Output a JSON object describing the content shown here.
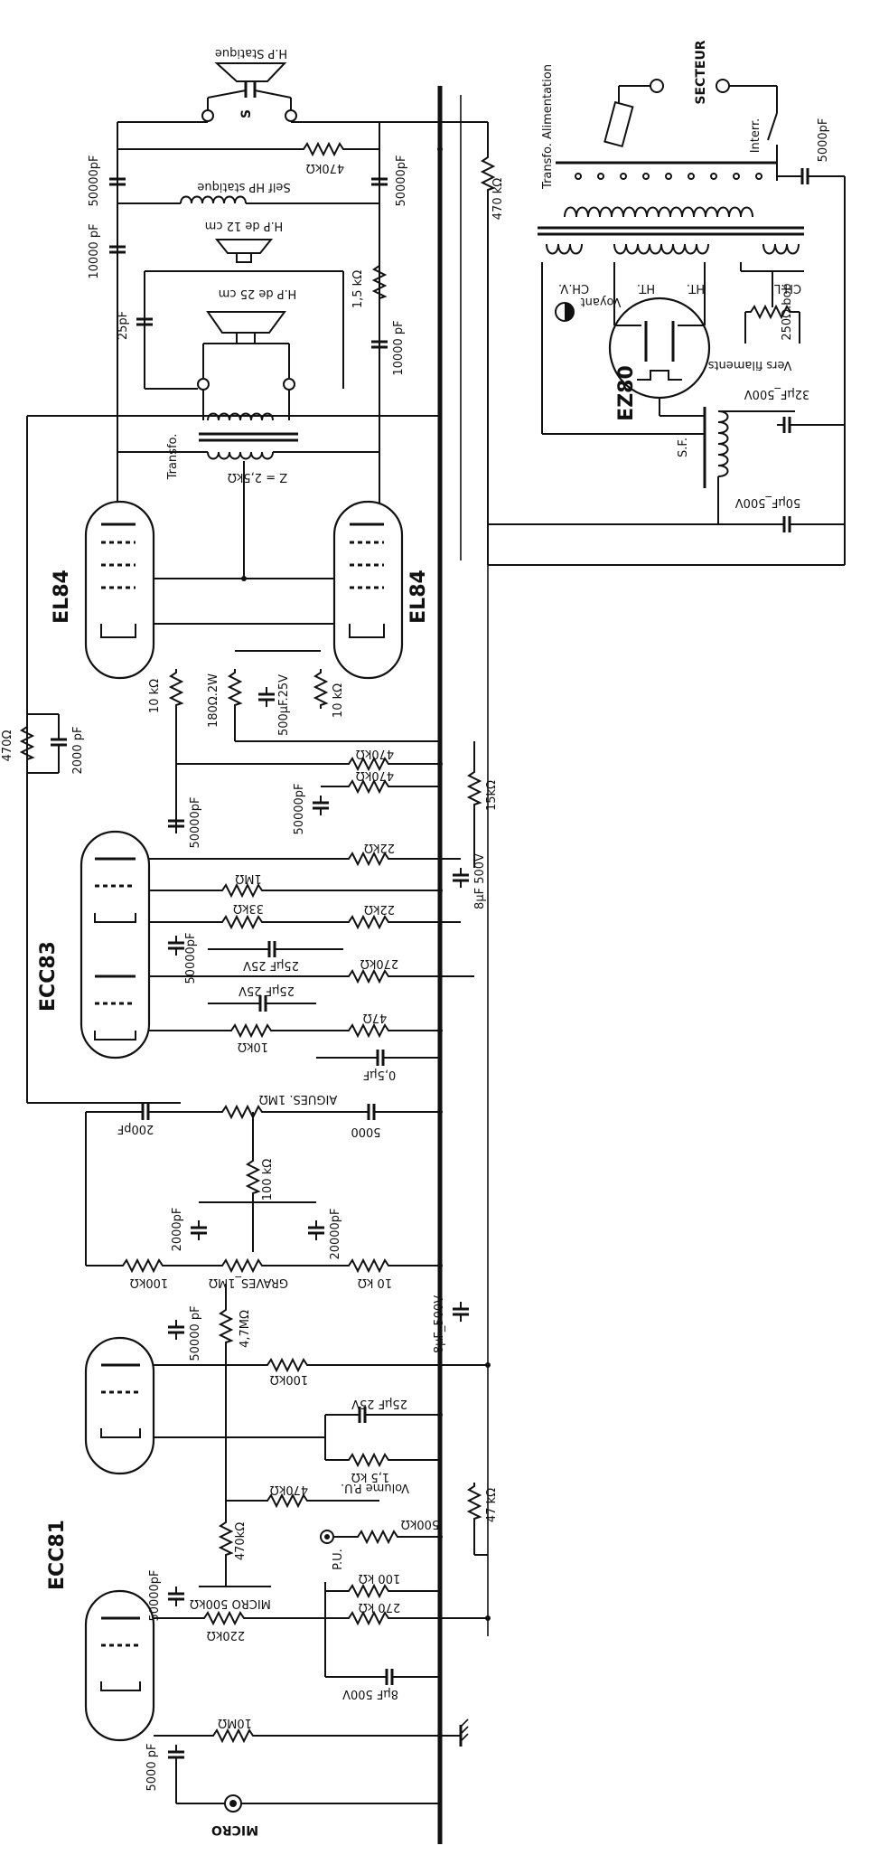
{
  "tubes": {
    "el84_left": "EL84",
    "el84_right": "EL84",
    "ecc83": "ECC83",
    "ecc81": "ECC81",
    "ez80": "EZ80"
  },
  "speakers": {
    "hp_statique": "H.P Statique",
    "hp_statique_s": "S",
    "self_hp": "Self HP statique",
    "hp_12": "H.P de 12 cm",
    "hp_25": "H.P de 25 cm"
  },
  "transformers": {
    "output": "Transfo.",
    "output_z": "Z = 2,5kΩ",
    "power": "Transfo. Alimentation",
    "sf": "S.F."
  },
  "power": {
    "secteur": "SECTEUR",
    "interr": "Interr.",
    "c_5000": "5000pF",
    "chv": "CH.V.",
    "ht1": "HT.",
    "ht2": "HT.",
    "chl": "CH.L.",
    "voyant": "Voyant",
    "pot_250": "250Ω.bob",
    "vers_filaments": "Vers filaments",
    "c_32": "32μF_500V",
    "c_50": "50μF_500V"
  },
  "components": {
    "c_50000_top": "50000pF",
    "r_470k_top": "470kΩ",
    "c_50000_top2": "50000pF",
    "r_470k_right": "470 kΩ",
    "c_10000_left": "10000 pF",
    "r_1_5k": "1,5 kΩ",
    "c_10000_right": "10000 pF",
    "c_25pf": "25pF",
    "r_470_fb": "470Ω",
    "c_2000_fb": "2000 pF",
    "r_10k_a": "10 kΩ",
    "r_180": "180Ω.2W",
    "c_500uf": "500μF.25V",
    "r_10k_b": "10 kΩ",
    "r_470k_a": "470kΩ",
    "r_470k_b": "470kΩ",
    "r_15k": "15kΩ",
    "c_50000_a": "50000pF",
    "c_50000_b": "50000pF",
    "r_22k_a": "22kΩ",
    "c_8uf_a": "8μF 500V",
    "r_1m_a": "1MΩ",
    "r_33k": "33kΩ",
    "r_22k_b": "22kΩ",
    "c_50000_c": "50000pF",
    "c_25uf_a": "25μF 25V",
    "r_270k_a": "270kΩ",
    "c_25uf_b": "25μF 25V",
    "r_47": "47Ω",
    "r_10k_c": "10kΩ",
    "c_0_5": "0,5μF",
    "aigues": "AIGUES. 1MΩ",
    "c_200pf": "200pF",
    "c_5000_t": "5000",
    "r_100k_a": "100 kΩ",
    "c_2000": "2000pF",
    "c_20000": "20000pF",
    "r_100k_b": "100kΩ",
    "graves": "GRAVES_1MΩ",
    "r_10k_d": "10 kΩ",
    "c_8uf_b": "8μF_500V",
    "c_50000_d": "50000 pF",
    "r_4_7m": "4,7MΩ",
    "r_100k_c": "100kΩ",
    "c_25uf_c": "25μF 25V",
    "r_1_5k_b": "1,5 kΩ",
    "r_470k_c": "470kΩ",
    "volume_pu": "Volume P.U.",
    "r_47k": "47 kΩ",
    "r_470k_d": "470kΩ",
    "pot_500k": "500kΩ",
    "pu": "P.U.",
    "c_50000_e": "50000pF",
    "micro_pot": "MICRO 500kΩ",
    "r_100k_d": "100 kΩ",
    "r_220k": "220kΩ",
    "r_270k_b": "270 kΩ",
    "c_8uf_c": "8μF 500V",
    "r_10m": "10MΩ",
    "c_5000_in": "5000 pF",
    "micro_jack": "MICRO"
  }
}
